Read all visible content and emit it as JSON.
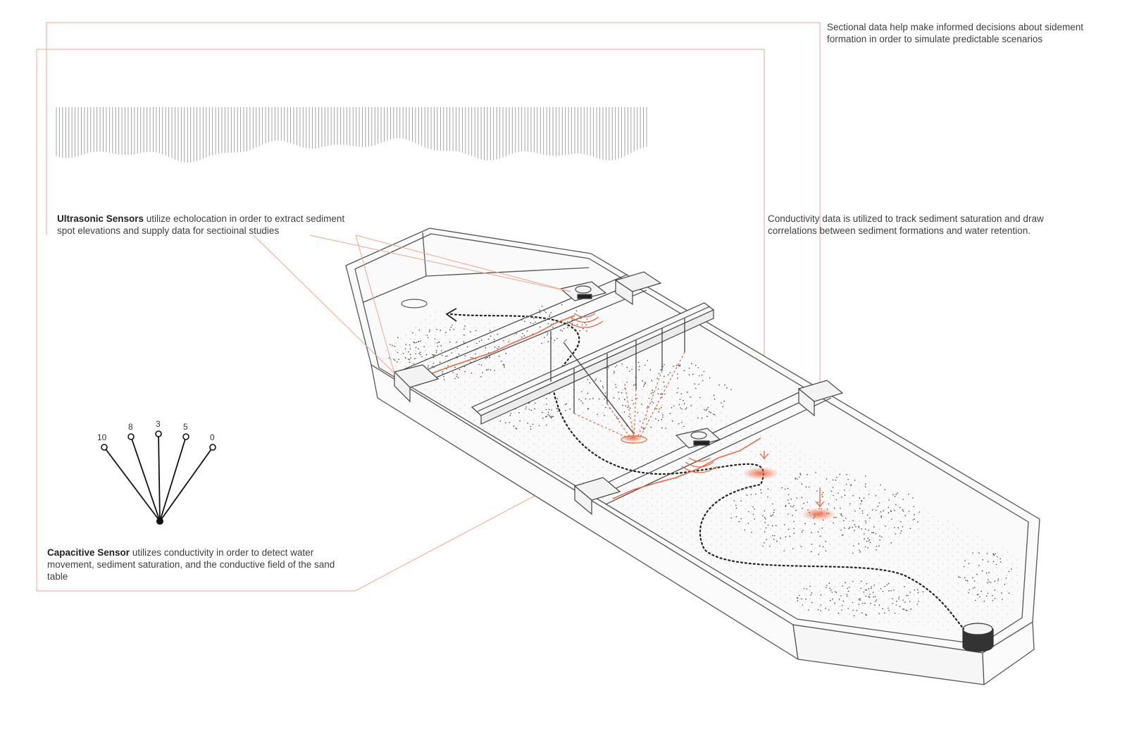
{
  "annotations": {
    "sectional": "Sectional data help make informed decisions about sidement formation in order to simulate predictable scenarios",
    "conductivity": "Conductivity data is utilized to track sediment saturation and draw correlations between sediment formations and water retention.",
    "ultrasonic_title": "Ultrasonic Sensors",
    "ultrasonic_text": " utilize echolocation in order to extract sediment spot elevations and supply data for sectioinal studies",
    "capacitive_title": "Capacitive Sensor",
    "capacitive_text": " utilizes conductivity in order to detect water movement, sediment saturation, and the conductive field of the sand table"
  },
  "probe_values": [
    "10",
    "8",
    "3",
    "5",
    "0"
  ],
  "colors": {
    "accent": "#e8643c",
    "leader": "#f0a58c",
    "line": "#555555",
    "bars": "#9a9a9a"
  }
}
